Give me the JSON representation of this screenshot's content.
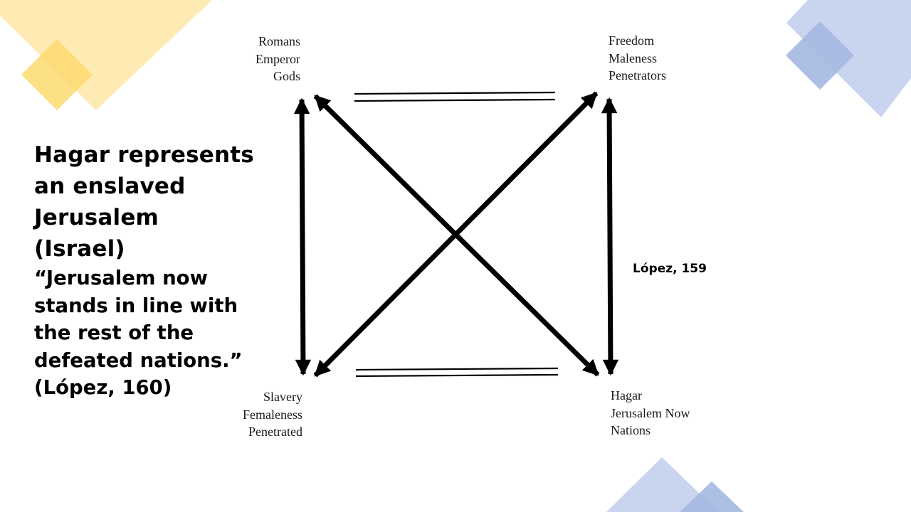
{
  "slide": {
    "heading_lines": [
      "Hagar represents",
      "an enslaved",
      "Jerusalem",
      "(Israel)"
    ],
    "quote_lines": [
      "“Jerusalem now",
      "stands in line with",
      "the rest of the",
      "defeated nations.”"
    ],
    "citation_main": "(López, 160)",
    "citation_diagram": "López, 159"
  },
  "diagram": {
    "top_left": [
      "Romans",
      "Emperor",
      "Gods"
    ],
    "top_right": [
      "Freedom",
      "Maleness",
      "Penetrators"
    ],
    "bottom_left": [
      "Slavery",
      "Femaleness",
      "Penetrated"
    ],
    "bottom_right": [
      "Hagar",
      "Jerusalem Now",
      "Nations"
    ]
  },
  "colors": {
    "accent_yellow": "#FCE49A",
    "accent_yellow_dark": "#FDD96E",
    "accent_blue": "#C3D0EC",
    "accent_blue_dark": "#A5B8E1"
  }
}
